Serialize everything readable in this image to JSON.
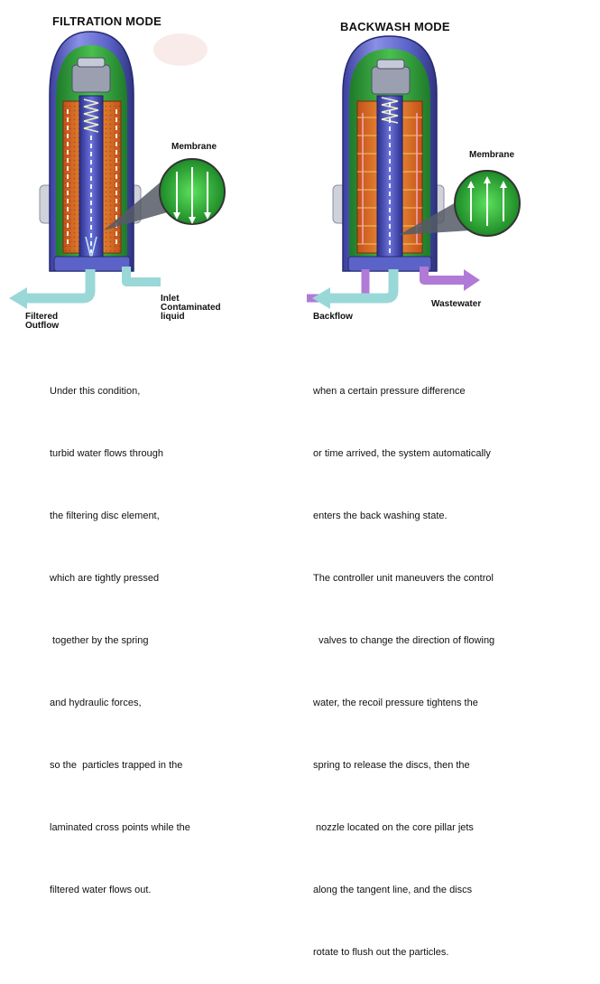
{
  "filtration": {
    "title": "FILTRATION MODE",
    "membrane_label": "Membrane",
    "inlet_label": [
      "Inlet",
      "Contaminated",
      "liquid"
    ],
    "outflow_label": [
      "Filtered",
      "Outflow"
    ],
    "description": [
      "Under this condition,",
      "turbid water flows through",
      "the filtering disc element,",
      "which are tightly pressed",
      " together by the spring",
      "and hydraulic forces,",
      "so the  particles trapped in the",
      "laminated cross points while the",
      "filtered water flows out."
    ]
  },
  "backwash": {
    "title": "BACKWASH MODE",
    "membrane_label": "Membrane",
    "wastewater_label": "Wastewater",
    "backflow_label": "Backflow",
    "description": [
      "when a certain pressure difference",
      "or time arrived, the system automatically",
      "enters the back washing state.",
      "The controller unit maneuvers the control",
      "  valves to change the direction of flowing",
      "water, the recoil pressure tightens the",
      "spring to release the discs, then the",
      " nozzle located on the core pillar jets",
      "along the tangent line, and the discs",
      "rotate to flush out the particles."
    ]
  },
  "colors": {
    "housing": "#5b63c8",
    "inner_chamber": "#2e9e3a",
    "disc_stack": "#e8731c",
    "inlet_pipe": "#9ad8d8",
    "backflow_pipe": "#b07ad6",
    "membrane_green": "#39c23a"
  }
}
